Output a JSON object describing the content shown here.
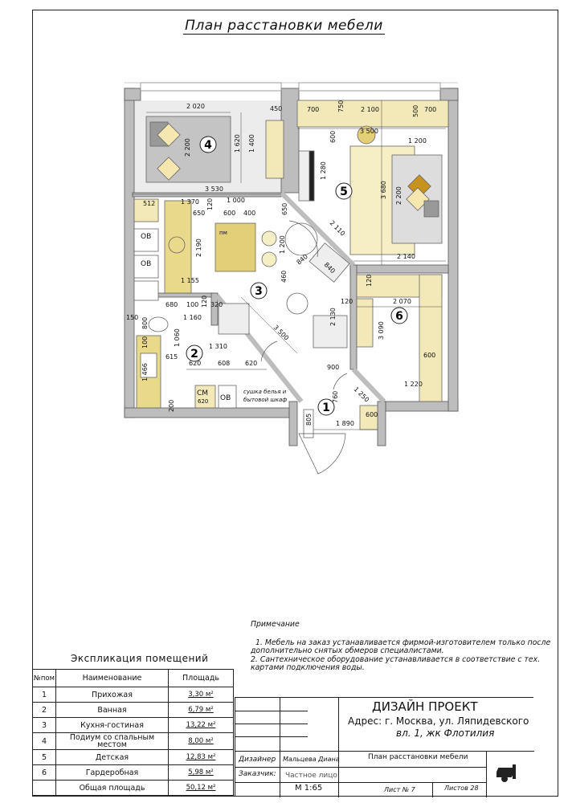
{
  "title": "План расстановки мебели",
  "plan": {
    "rooms": [
      "1",
      "2",
      "3",
      "4",
      "5",
      "6"
    ],
    "labels": {
      "ob1": "ОВ",
      "ob2": "ОВ",
      "pm": "пм",
      "sm": "СМ",
      "sm_dim": "620",
      "ob3": "ОВ",
      "dryer1": "сушка белья и",
      "dryer2": "бытовой шкаф"
    },
    "dims": [
      "2 020",
      "2 200",
      "1 620",
      "1 400",
      "450",
      "3 530",
      "512",
      "1 370",
      "120",
      "1 000",
      "650",
      "600",
      "400",
      "650",
      "2 190",
      "1 200",
      "460",
      "1 155",
      "680",
      "100",
      "120",
      "320",
      "150",
      "800",
      "1 160",
      "1 060",
      "1 310",
      "3 500",
      "615",
      "100",
      "620",
      "608",
      "620",
      "1 466",
      "200",
      "700",
      "750",
      "2 100",
      "500",
      "700",
      "3 500",
      "600",
      "1 200",
      "1 280",
      "3 680",
      "2 200",
      "2 110",
      "2 140",
      "840",
      "840",
      "120",
      "120",
      "2 070",
      "3 090",
      "600",
      "2 130",
      "900",
      "1 220",
      "1 250",
      "760",
      "1 890",
      "805",
      "600"
    ]
  },
  "notes": {
    "heading": "Примечание",
    "items": [
      "1. Мебель на заказ устанавливается фирмой-изготовителем только после дополнительно снятых обмеров специалистами.",
      "2. Сантехническое оборудование устанавливается в соответствие с тех. картами подключения воды."
    ]
  },
  "explication": {
    "title": "Экспликация помещений",
    "headers": [
      "№пом",
      "Наименование",
      "Площадь"
    ],
    "rows": [
      {
        "num": "1",
        "name": "Прихожая",
        "area": "3,30 м²"
      },
      {
        "num": "2",
        "name": "Ванная",
        "area": "6,79 м²"
      },
      {
        "num": "3",
        "name": "Кухня-гостиная",
        "area": "13,22 м²"
      },
      {
        "num": "4",
        "name": "Подиум со спальным местом",
        "area": "8,00 м²"
      },
      {
        "num": "5",
        "name": "Детская",
        "area": "12,83 м²"
      },
      {
        "num": "6",
        "name": "Гардеробная",
        "area": "5,98 м²"
      }
    ],
    "total": {
      "name": "Общая площадь",
      "area": "50,12 м²"
    }
  },
  "title_block": {
    "project": "ДИЗАЙН ПРОЕКТ",
    "address1": "Адрес:  г. Москва, ул. Ляпидевского",
    "address2": "вл. 1,   жк Флотилия",
    "designer_label": "Дизайнер",
    "designer": "Мальцева Диана",
    "sheet_title": "План расстановки мебели",
    "client_label": "Заказчик:",
    "client": "Частное лицо",
    "scale": "М 1:65",
    "sheet_no": "Лист №  7",
    "sheets": "Листов  28"
  },
  "colors": {
    "furniture": "#f3e9b8",
    "furniture_dark": "#e3cf78",
    "wall": "#bdbdbd",
    "floor_grey": "#ececec"
  }
}
